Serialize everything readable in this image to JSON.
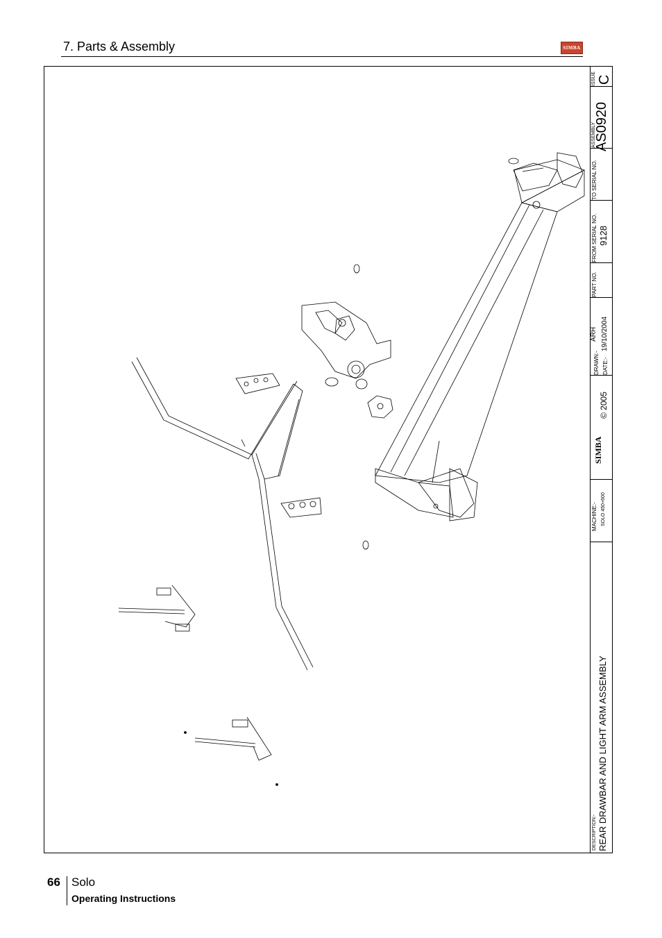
{
  "header": {
    "section": "7. Parts & Assembly",
    "logo_text": "SIMBA"
  },
  "title_block": {
    "issue_label": "ISSUE",
    "issue_value": "C",
    "assembly_label": "ASSEMBLY",
    "assembly_no": "AS0920",
    "to_serial_label": "TO SERIAL NO.",
    "from_serial_label": "FROM SERIAL NO.",
    "from_serial_value": "9128",
    "part_no_label": "PART NO.",
    "drawn_label": "DRAWN:-",
    "drawn_value": "ARH",
    "date_label": "DATE:-",
    "date_value": "19/10/2004",
    "logo_text": "SIMBA",
    "copyright": "© 2005",
    "machine_label": "MACHINE:-",
    "machine_value": "SOLO 450+600",
    "description_label": "DESCRIPTION:-",
    "description": "REAR DRAWBAR AND LIGHT ARM ASSEMBLY"
  },
  "footer": {
    "page_number": "66",
    "product": "Solo",
    "subtitle": "Operating Instructions"
  }
}
